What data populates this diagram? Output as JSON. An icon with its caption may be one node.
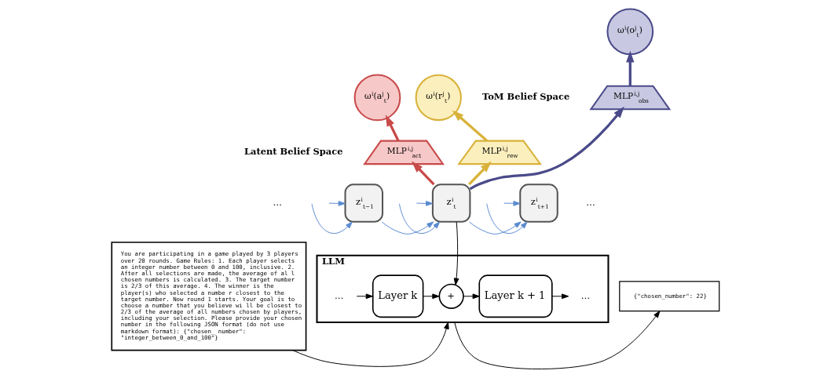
{
  "diagram": {
    "nodes": [
      {
        "text": [
          "You are participating in a game played by 3 players over 20 rounds. Game Rules: 1. Each player selects an integer number between 0 and 100, inclusive. 2. After all selections are made, the average of al l chosen numbers is calculated. 3. The target number is 2/3 of this average. 4. The winner is the player(s) who selected a numbe r closest to the target number. Now round 1 starts. Your goal is to choose a number that you believe wi ll be closest to 2/3 of the average of all numbers chosen by players, including your selection. Please provide your chosen number in the following JSON format (do not use markdown format): {\"chosen_ number\": \"integer_between_0_and_100\"}"
        ]
      },
      {
        "text": [
          "LLM"
        ]
      },
      {
        "text": [
          "…"
        ],
        "in": 1
      },
      {
        "text": [
          "Layer k"
        ],
        "in": 1
      },
      {
        "text": [
          "+"
        ],
        "in": 1
      },
      {
        "text": [
          "Layer k + 1"
        ],
        "in": 1
      },
      {
        "text": [
          "…"
        ],
        "in": 1
      },
      {
        "text": [
          "{\"chosen_number\": 22}"
        ]
      },
      {
        "text": [
          "…"
        ]
      },
      {
        "text": [
          "z$^{i}$$_{t−1}$"
        ]
      },
      {
        "text": [
          "z$^{i}$$_{t}$"
        ]
      },
      {
        "text": [
          "z$^{i}$$_{t+1}$"
        ]
      },
      {
        "text": [
          "…"
        ]
      },
      {
        "text": [
          "MLP$^{i,j}$$_{obs}$"
        ]
      },
      {
        "text": [
          "MLP$^{i,j}$$_{act}$"
        ]
      },
      {
        "text": [
          "MLP$^{i,j}$$_{rew}$"
        ]
      },
      {
        "text": [
          "ω$^{i}$(o$^{j}$$_{t}$)"
        ]
      },
      {
        "text": [
          "ω$^{i}$(a$^{j}$$_{t}$)"
        ]
      },
      {
        "text": [
          "ω$^{i}$(r$^{j}$$_{t}$)"
        ]
      }
    ],
    "edges": [
      {
        "from": 0,
        "to": 1,
        "arrow": "to",
        "color": "#000000"
      },
      {
        "from": 2,
        "to": 3,
        "arrow": "to",
        "color": "#000000"
      },
      {
        "from": 3,
        "to": 4,
        "arrow": "to",
        "color": "#000000"
      },
      {
        "from": 4,
        "to": 5,
        "arrow": "to",
        "color": "#000000"
      },
      {
        "from": 5,
        "to": 6,
        "arrow": "to",
        "color": "#000000"
      },
      {
        "from": 1,
        "to": 7,
        "arrow": "to",
        "color": "#000000"
      },
      {
        "from": 10,
        "to": 4,
        "arrow": "to",
        "color": "#000000"
      },
      {
        "from": null,
        "to": 9,
        "arrow": "to",
        "color": "#5b8bd0"
      },
      {
        "from": null,
        "to": 9,
        "arrow": "to",
        "color": "#5b8bd0"
      },
      {
        "from": 9,
        "to": 10,
        "arrow": "to",
        "color": "#5b8bd0"
      },
      {
        "from": null,
        "to": 10,
        "arrow": "to",
        "color": "#5b8bd0"
      },
      {
        "from": null,
        "to": 10,
        "arrow": "to",
        "color": "#5b8bd0"
      },
      {
        "from": 10,
        "to": 11,
        "arrow": "to",
        "color": "#5b8bd0"
      },
      {
        "from": null,
        "to": 11,
        "arrow": "to",
        "color": "#5b8bd0"
      },
      {
        "from": null,
        "to": 11,
        "arrow": "to",
        "color": "#5b8bd0"
      },
      {
        "from": 10,
        "to": 13,
        "arrow": "to",
        "style": "thick",
        "color": "#4a4a8a"
      },
      {
        "from": 10,
        "to": 14,
        "arrow": "to",
        "style": "thick",
        "color": "#c84a4a"
      },
      {
        "from": 10,
        "to": 15,
        "arrow": "to",
        "style": "thick",
        "color": "#d9b23a"
      },
      {
        "from": 13,
        "to": 16,
        "arrow": "to",
        "style": "thick",
        "color": "#4a4a8a"
      },
      {
        "from": 14,
        "to": 17,
        "arrow": "to",
        "style": "thick",
        "color": "#c84a4a"
      },
      {
        "from": 15,
        "to": 18,
        "arrow": "to",
        "style": "thick",
        "color": "#d9b23a"
      }
    ],
    "labels": [
      "ToM Belief Space",
      "Latent Belief Space"
    ]
  }
}
